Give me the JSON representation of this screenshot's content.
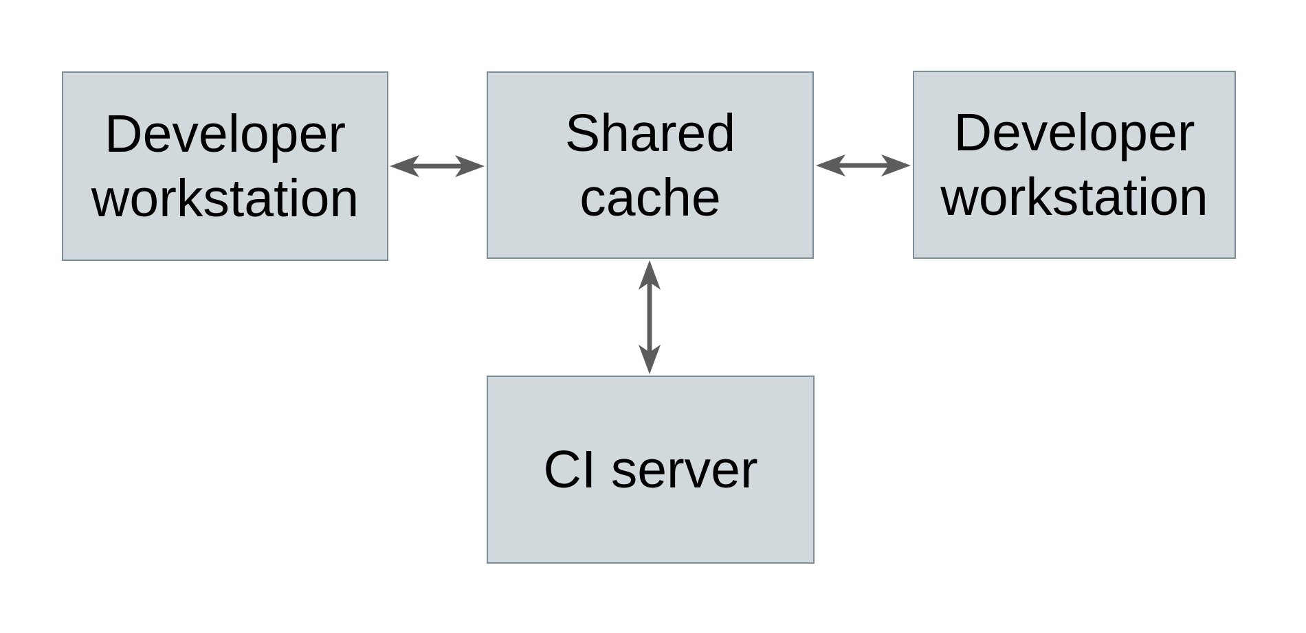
{
  "colors": {
    "background": "#ffffff",
    "node_fill": "#d2d9dc",
    "node_border": "#7a8d99",
    "arrow": "#5c5c5c",
    "text": "#000000"
  },
  "nodes": {
    "developer_workstation_left": {
      "label": "Developer workstation",
      "line1": "Developer",
      "line2": "workstation"
    },
    "shared_cache": {
      "label": "Shared cache",
      "line1": "Shared",
      "line2": "cache"
    },
    "developer_workstation_right": {
      "label": "Developer workstation",
      "line1": "Developer",
      "line2": "workstation"
    },
    "ci_server": {
      "label": "CI server",
      "line1": "CI server"
    }
  },
  "edges": [
    {
      "from": "developer-workstation-left",
      "to": "shared-cache",
      "direction": "bidirectional"
    },
    {
      "from": "shared-cache",
      "to": "developer-workstation-right",
      "direction": "bidirectional"
    },
    {
      "from": "shared-cache",
      "to": "ci-server",
      "direction": "bidirectional"
    }
  ]
}
